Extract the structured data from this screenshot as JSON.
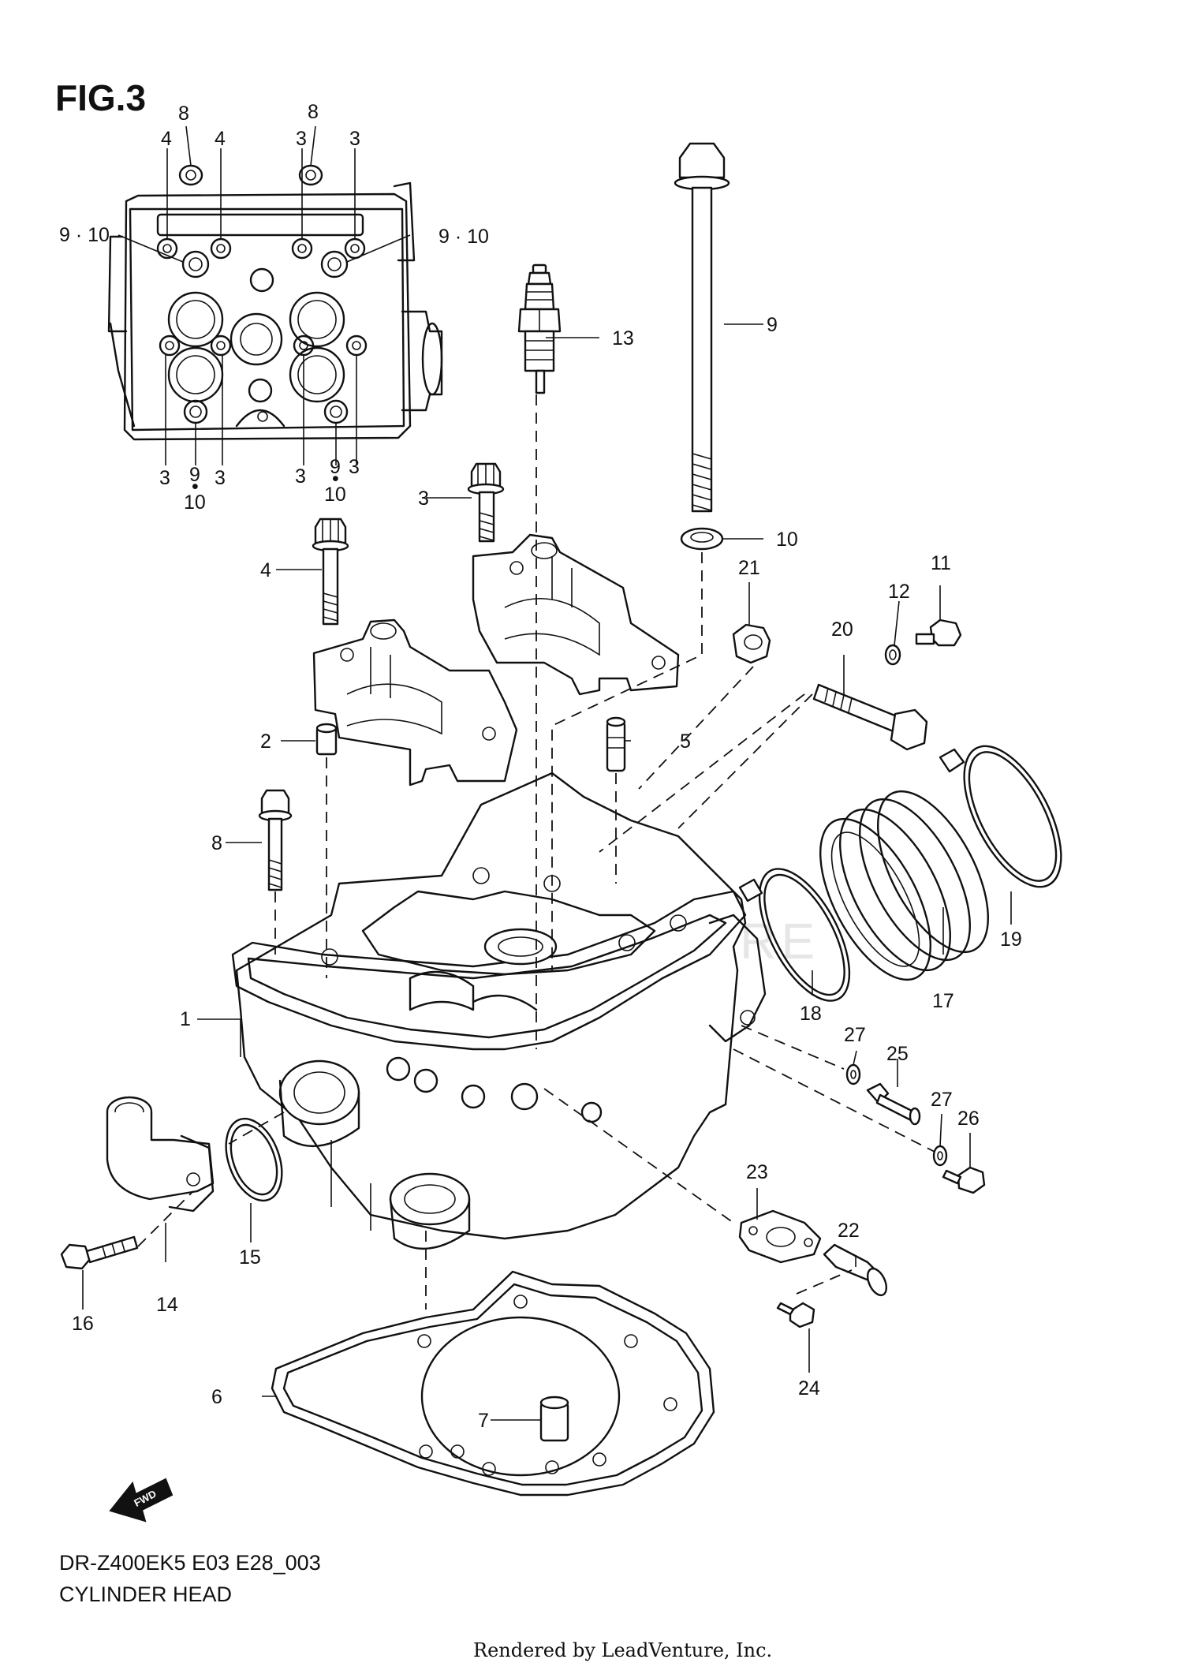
{
  "figure_label": "FIG.3",
  "model_code": "DR-Z400EK5 E03 E28_003",
  "diagram_title": "CYLINDER HEAD",
  "rendered_by": "Rendered by LeadVenture, Inc.",
  "watermark": "LEADVENTURE",
  "fwd_label": "FWD",
  "inset_callouts": {
    "top_8_left": "8",
    "top_8_right": "8",
    "top_4_a": "4",
    "top_4_b": "4",
    "top_3_a": "3",
    "top_3_b": "3",
    "side_9_10_left": "9 · 10",
    "side_9_10_right": "9 · 10",
    "bot_3_a": "3",
    "bot_9_a": "9",
    "bot_dot_a": "•",
    "bot_10_a": "10",
    "bot_3_b": "3",
    "bot_3_c": "3",
    "bot_9_b": "9",
    "bot_dot_b": "•",
    "bot_10_b": "10",
    "bot_3_d": "3"
  },
  "callouts": {
    "p1": "1",
    "p2": "2",
    "p3": "3",
    "p4": "4",
    "p5": "5",
    "p6": "6",
    "p7": "7",
    "p8": "8",
    "p9": "9",
    "p10": "10",
    "p11": "11",
    "p12": "12",
    "p13": "13",
    "p14": "14",
    "p15": "15",
    "p16": "16",
    "p17": "17",
    "p18": "18",
    "p19": "19",
    "p20": "20",
    "p21": "21",
    "p22": "22",
    "p23": "23",
    "p24": "24",
    "p25": "25",
    "p26": "26",
    "p27a": "27",
    "p27b": "27"
  }
}
